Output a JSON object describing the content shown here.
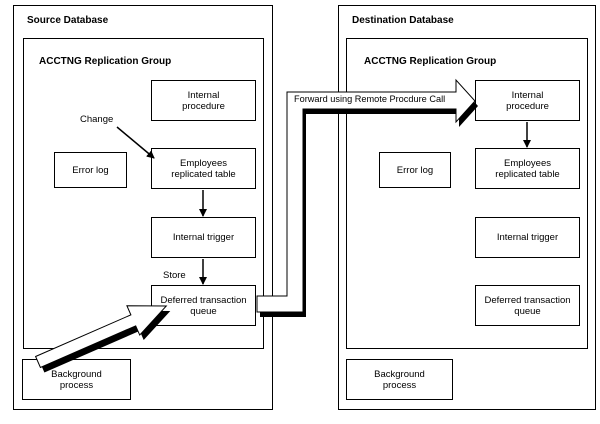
{
  "source": {
    "title": "Source Database",
    "group_title": "ACCTNG Replication Group",
    "internal_procedure": "Internal\nprocedure",
    "employees_table": "Employees\nreplicated table",
    "error_log": "Error log",
    "internal_trigger": "Internal trigger",
    "deferred_queue": "Deferred transaction\nqueue",
    "background_process": "Background\nprocess",
    "change_label": "Change",
    "store_label": "Store"
  },
  "destination": {
    "title": "Destination Database",
    "group_title": "ACCTNG Replication Group",
    "internal_procedure": "Internal\nprocedure",
    "employees_table": "Employees\nreplicated table",
    "error_log": "Error log",
    "internal_trigger": "Internal trigger",
    "deferred_queue": "Deferred transaction\nqueue",
    "background_process": "Background\nprocess"
  },
  "forward_label": "Forward using Remote Procdure Call"
}
